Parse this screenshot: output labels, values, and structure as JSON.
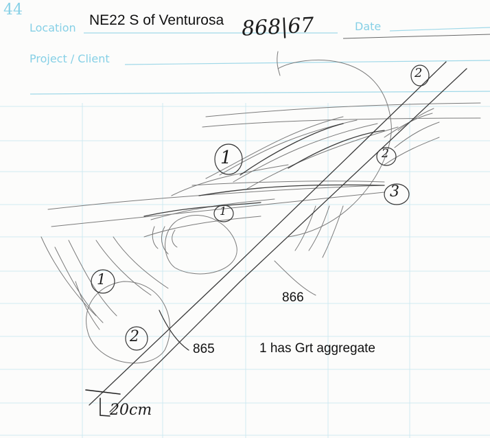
{
  "page_number": "44",
  "header": {
    "location_label": "Location",
    "location_value": "NE22 S of Venturosa",
    "location_handwritten": "868|67",
    "date_label": "Date",
    "project_label": "Project / Client"
  },
  "annotations": {
    "sample_866": "866",
    "sample_865": "865",
    "note": "1 has Grt aggregate",
    "scale_bar": "20cm"
  },
  "markers": [
    {
      "id": "marker-2-top",
      "text": "2"
    },
    {
      "id": "marker-1-upper",
      "text": "1"
    },
    {
      "id": "marker-2-mid",
      "text": "2"
    },
    {
      "id": "marker-3",
      "text": "3"
    },
    {
      "id": "marker-1-small",
      "text": "1"
    },
    {
      "id": "marker-1-left",
      "text": "1"
    },
    {
      "id": "marker-2-lower",
      "text": "2"
    }
  ],
  "colors": {
    "ruling": "#9fd8e8",
    "label": "#86d0e6",
    "ink": "#1c1c1c",
    "pencil": "#6a6a6a"
  }
}
